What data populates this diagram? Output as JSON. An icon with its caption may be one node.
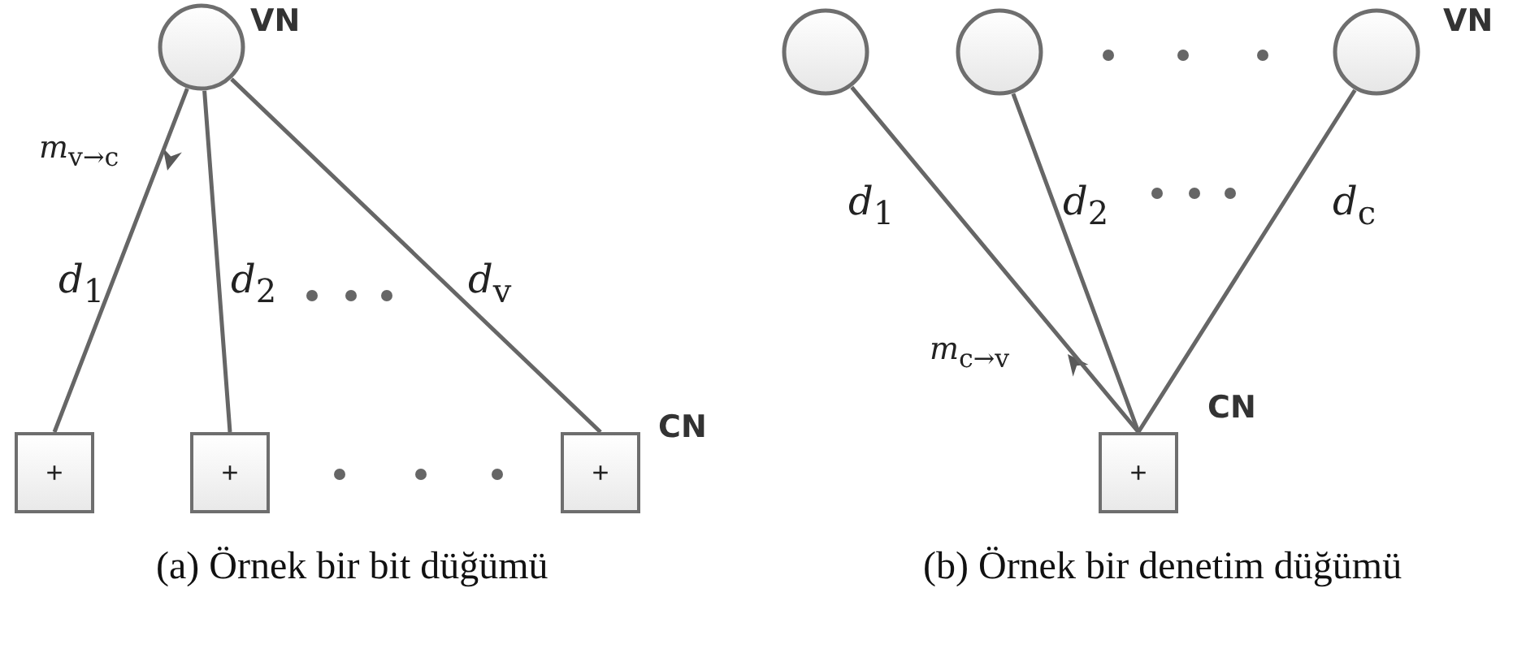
{
  "diagram": {
    "nodes": [
      {
        "text": [],
        "shape": "circle",
        "beside": [
          "VN"
        ]
      },
      {
        "text": [
          "+"
        ]
      },
      {
        "text": [
          "+"
        ]
      },
      {
        "text": [
          "+"
        ],
        "beside": [
          "CN"
        ]
      },
      {
        "text": [],
        "shape": "circle"
      },
      {
        "text": [],
        "shape": "circle"
      },
      {
        "text": [],
        "shape": "circle",
        "beside": [
          "VN"
        ]
      },
      {
        "text": [
          "+"
        ],
        "beside": [
          "CN"
        ]
      }
    ],
    "edges": [
      {
        "from": 0,
        "to": 1,
        "arrow": "none",
        "label": "*d*$_{1}$"
      },
      {
        "from": 0,
        "to": 2,
        "arrow": "none",
        "label": "*d*$_{2}$"
      },
      {
        "from": 0,
        "to": 3,
        "arrow": "none",
        "label": "*d*$_{v}$"
      },
      {
        "from": 7,
        "to": 4,
        "arrow": "none",
        "label": "*d*$_{1}$"
      },
      {
        "from": 7,
        "to": 5,
        "arrow": "none",
        "label": "*d*$_{2}$"
      },
      {
        "from": 7,
        "to": 6,
        "arrow": "none",
        "label": "*d*$_{c}$"
      }
    ],
    "labels": [
      "*m*$_{v→c}$",
      "*m*$_{c→v}$",
      "(a) Örnek bir bit düğümü",
      "(b) Örnek bir denetim düğümü"
    ]
  }
}
